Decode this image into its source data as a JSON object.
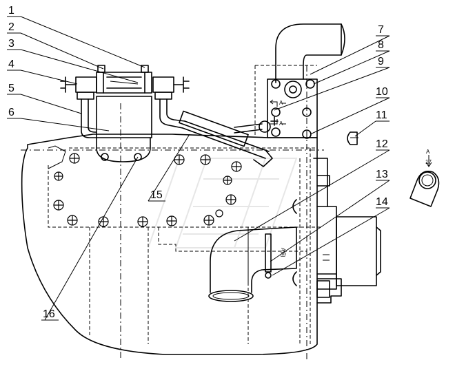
{
  "callouts": [
    "1",
    "2",
    "3",
    "4",
    "5",
    "6",
    "7",
    "8",
    "9",
    "10",
    "11",
    "12",
    "13",
    "14",
    "15",
    "16"
  ],
  "section_marks": {
    "a_upper": "A",
    "a_lower": "A",
    "view_a": "A",
    "view_ratio": "17",
    "a_rotated": "A向"
  }
}
